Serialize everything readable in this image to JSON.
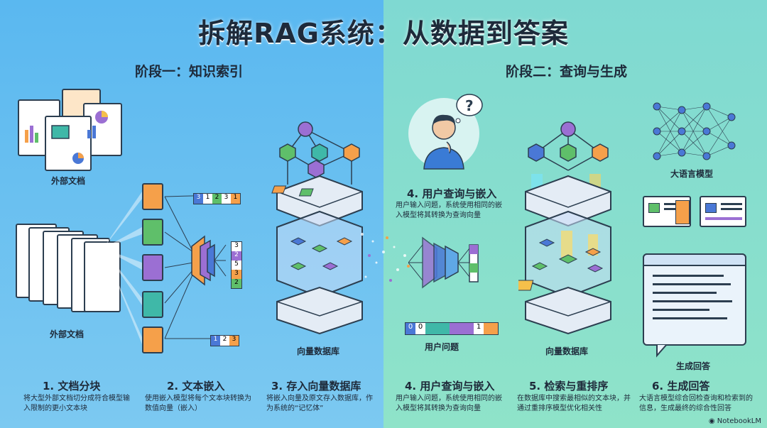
{
  "title": "拆解RAG系统：从数据到答案",
  "stage1": "阶段一：知识索引",
  "stage2": "阶段二：查询与生成",
  "labels": {
    "docs_top": "外部文档",
    "docs_bottom": "外部文档",
    "vector_db_left": "向量数据库",
    "vector_db_right": "向量数据库",
    "llm": "大语言模型",
    "user_question": "用户问题",
    "generate_answer": "生成回答"
  },
  "mid_step": {
    "title": "4. 用户查询与嵌入",
    "desc": "用户输入问题，系统使用相同的嵌入模型将其转换为查询向量"
  },
  "vectors": {
    "v1": [
      "3",
      "1",
      "2",
      "3",
      "1"
    ],
    "v2": [
      "3",
      "2",
      "5",
      "3",
      "2"
    ],
    "v3": [
      "1",
      "2",
      "3"
    ],
    "query": [
      "0",
      "0",
      "",
      "",
      "1"
    ]
  },
  "steps": [
    {
      "title": "1. 文档分块",
      "desc": "将大型外部文档切分成符合模型输入限制的更小文本块"
    },
    {
      "title": "2. 文本嵌入",
      "desc": "使用嵌入模型将每个文本块转换为数值向量（嵌入）"
    },
    {
      "title": "3. 存入向量数据库",
      "desc": "将嵌入向量及原文存入数据库，作为系统的“记忆体”"
    },
    {
      "title": "4. 用户查询与嵌入",
      "desc": "用户输入问题，系统使用相同的嵌入模型将其转换为查询向量"
    },
    {
      "title": "5. 检索与重排序",
      "desc": "在数据库中搜索最相似的文本块，并通过重排序模型优化相关性"
    },
    {
      "title": "6. 生成回答",
      "desc": "大语言模型综合回检查询和检索到的信息，生成最终的综合性回答"
    }
  ],
  "watermark": "NotebookLM",
  "colors": {
    "left_bg": "#5ab8f0",
    "right_bg": "#8fe3c9",
    "orange": "#f5a04a",
    "green": "#5fbf6a",
    "purple": "#9b6fd3",
    "teal": "#3fb8a8",
    "blue": "#4a78d6",
    "dark": "#1e2a3a"
  }
}
